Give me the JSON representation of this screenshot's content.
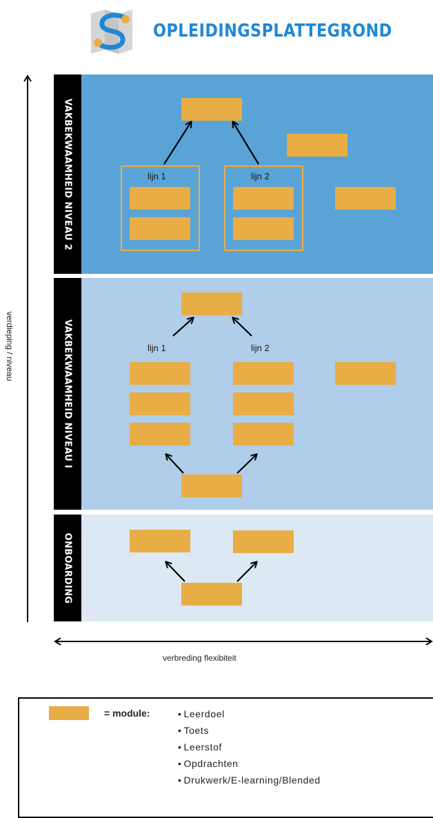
{
  "header": {
    "logo_icon": "map-s-logo-icon",
    "title": "OPLEIDINGSPLATTEGROND"
  },
  "axes": {
    "vertical_label": "verdieping / niveau",
    "horizontal_label": "verbreding flexibiteit"
  },
  "levels": [
    {
      "label": "VAKBEKWAAMHEID NIVEAU 2",
      "color": "#5aa3d6",
      "lines": [
        "lijn 1",
        "lijn 2"
      ]
    },
    {
      "label": "VAKBEKWAAMHEID NIVEAU I",
      "color": "#b0cde9",
      "lines": [
        "lijn 1",
        "lijn 2"
      ]
    },
    {
      "label": "ONBOARDING",
      "color": "#dce9f5"
    }
  ],
  "colors": {
    "module": "#e8ad45",
    "title": "#1e88d6",
    "sidebar": "#000000"
  },
  "legend": {
    "equals_label": "= module:",
    "items": [
      "Leerdoel",
      "Toets",
      "Leerstof",
      "Opdrachten",
      "Drukwerk/E-learning/Blended"
    ]
  }
}
